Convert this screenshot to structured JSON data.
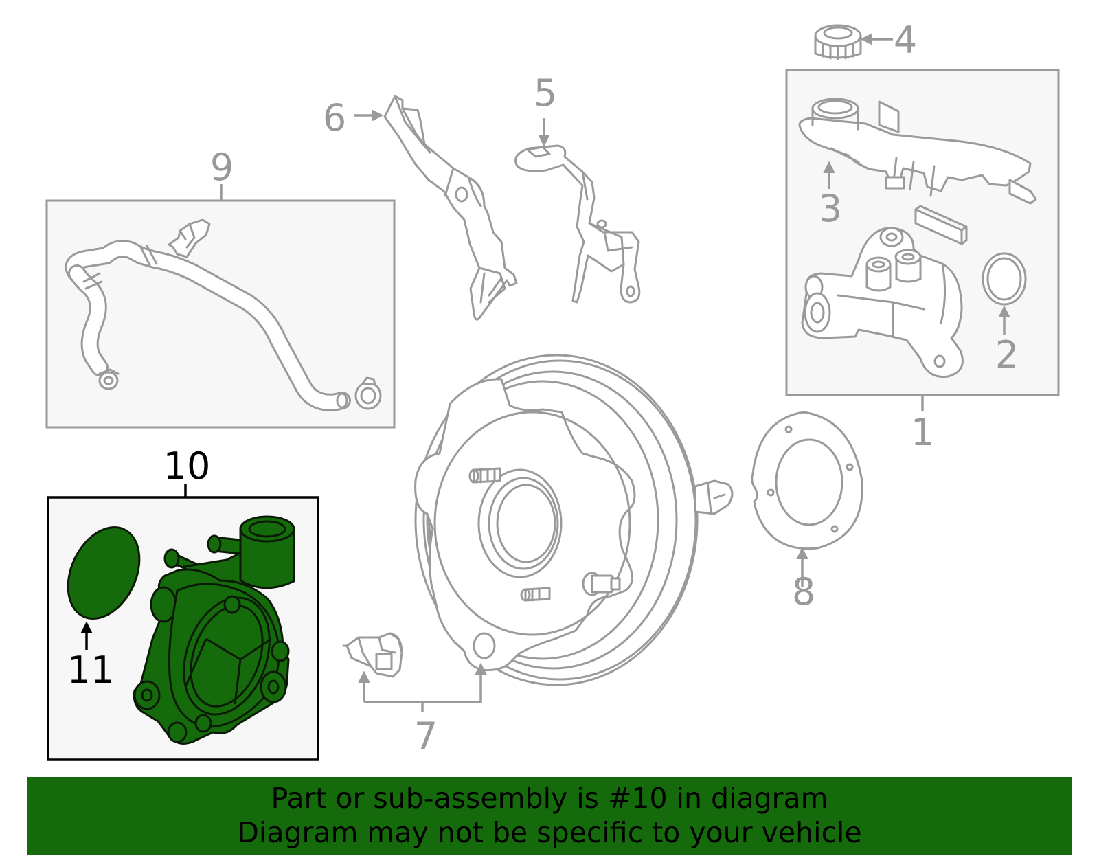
{
  "callouts": {
    "c1": "1",
    "c2": "2",
    "c3": "3",
    "c4": "4",
    "c5": "5",
    "c6": "6",
    "c7": "7",
    "c8": "8",
    "c9": "9",
    "c10": "10",
    "c11": "11"
  },
  "banner": {
    "line1": "Part or sub-assembly is #10 in diagram",
    "line2": "Diagram may not be specific to your vehicle"
  },
  "colors": {
    "highlight": "#156a0c",
    "linework": "#9a9a9a",
    "box_fill": "#f7f7f7"
  },
  "highlighted_part": "10"
}
